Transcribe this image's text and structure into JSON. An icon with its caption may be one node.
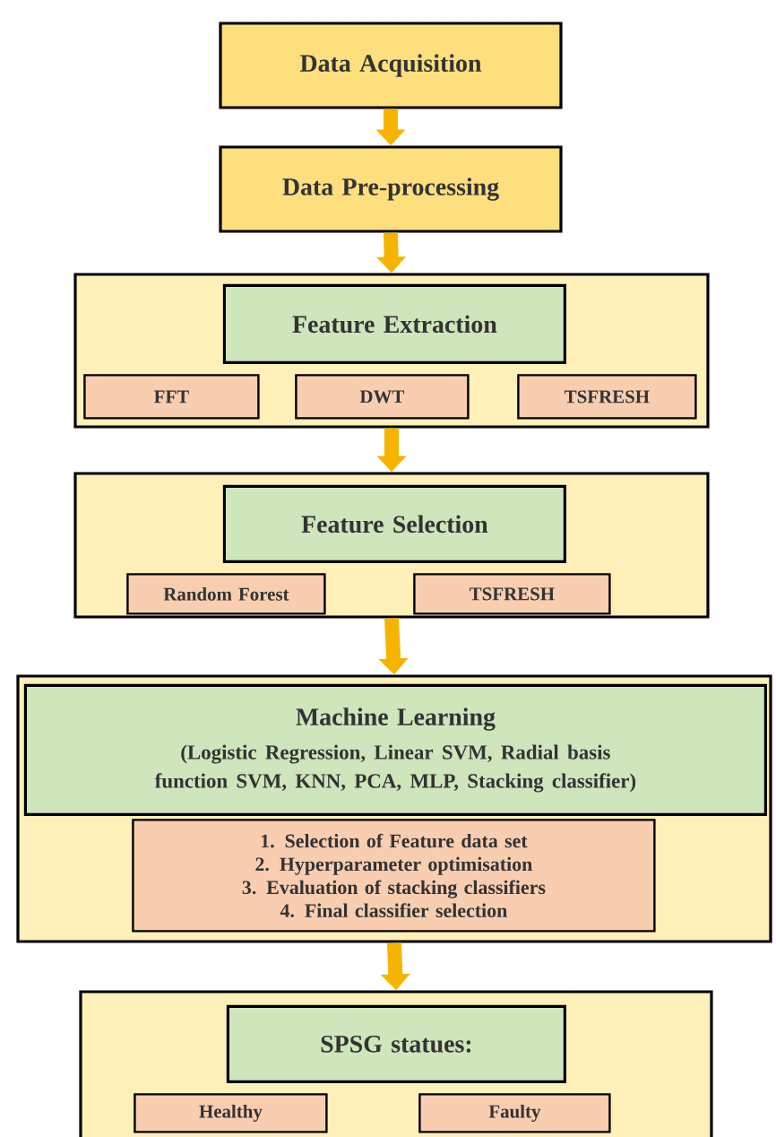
{
  "diagram": {
    "nodes": [
      {
        "text": [
          "Data Acquisition"
        ]
      },
      {
        "text": [
          "Data Pre-processing"
        ]
      },
      {
        "text": [],
        "shape": "box"
      },
      {
        "text": [
          "Feature Extraction"
        ],
        "in": 2
      },
      {
        "text": [
          "FFT"
        ],
        "in": 2
      },
      {
        "text": [
          "DWT"
        ],
        "in": 2
      },
      {
        "text": [
          "TSFRESH"
        ],
        "in": 2
      },
      {
        "text": [],
        "shape": "box"
      },
      {
        "text": [
          "Feature Selection"
        ],
        "in": 7
      },
      {
        "text": [
          "Random Forest"
        ],
        "in": 7
      },
      {
        "text": [
          "TSFRESH"
        ],
        "in": 7
      },
      {
        "text": [],
        "shape": "box"
      },
      {
        "text": [
          "Machine Learning",
          "(Logistic Regression, Linear SVM, Radial basis function SVM, KNN, PCA, MLP, Stacking classifier)"
        ],
        "in": 11
      },
      {
        "text": [
          "1. Selection of Feature data set",
          "2. Hyperparameter optimisation",
          "3. Evaluation of stacking classifiers",
          "4. Final classifier selection"
        ],
        "in": 11
      },
      {
        "text": [],
        "shape": "box"
      },
      {
        "text": [
          "SPSG statues:"
        ],
        "in": 14
      },
      {
        "text": [
          "Healthy"
        ],
        "in": 14
      },
      {
        "text": [
          "Faulty"
        ],
        "in": 14
      }
    ],
    "edges": [
      {
        "from": 0,
        "to": 1,
        "arrow": "to"
      },
      {
        "from": 1,
        "to": 2,
        "arrow": "to"
      },
      {
        "from": 2,
        "to": 7,
        "arrow": "to"
      },
      {
        "from": 7,
        "to": 11,
        "arrow": "to"
      },
      {
        "from": 11,
        "to": 14,
        "arrow": "to"
      }
    ]
  }
}
